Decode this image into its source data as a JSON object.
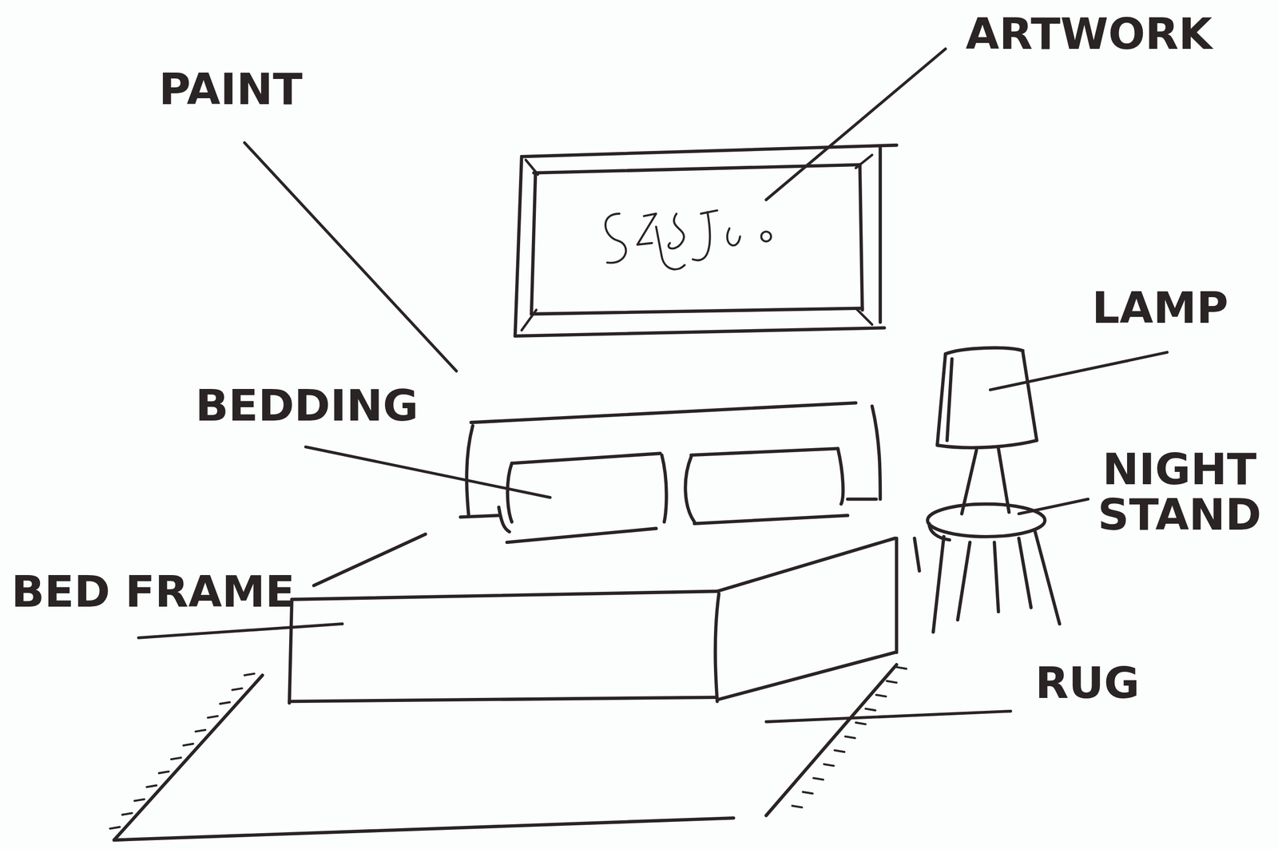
{
  "diagram": {
    "labels": [
      "ARTWORK",
      "PAINT",
      "LAMP",
      "BEDDING",
      "NIGHT STAND",
      "BED FRAME",
      "RUG"
    ]
  }
}
